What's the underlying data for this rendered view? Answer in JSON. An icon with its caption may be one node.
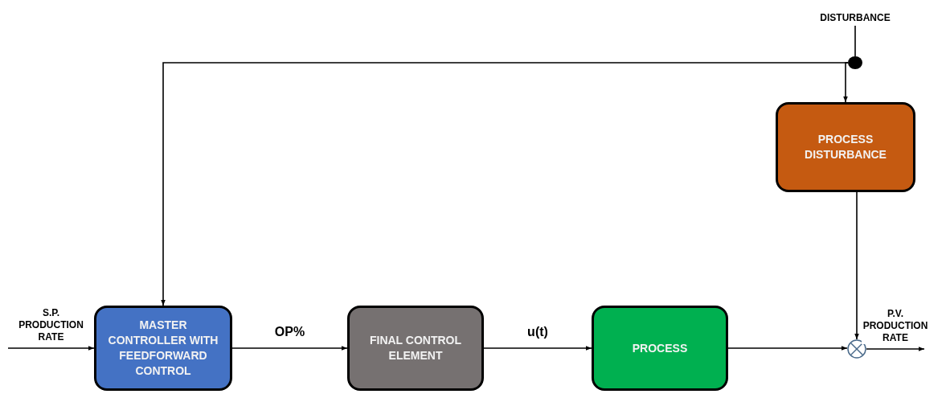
{
  "diagram": {
    "nodes": [
      {
        "text": [
          "MASTER CONTROLLER WITH FEEDFORWARD CONTROL"
        ]
      },
      {
        "text": [
          "FINAL CONTROL ELEMENT"
        ]
      },
      {
        "text": [
          "PROCESS"
        ]
      },
      {
        "text": [
          "PROCESS DISTURBANCE"
        ]
      },
      {
        "text": [
          "DISTURBANCE"
        ]
      },
      {
        "text": [],
        "shape": "circle"
      },
      {
        "text": [],
        "shape": "circle"
      }
    ],
    "edges": [
      {
        "from": null,
        "to": 0,
        "arrow": "to",
        "label": "S.P. PRODUCTION RATE"
      },
      {
        "from": 0,
        "to": 1,
        "arrow": "to",
        "label": "OP%"
      },
      {
        "from": 1,
        "to": 2,
        "arrow": "to",
        "label": "u(t)"
      },
      {
        "from": 2,
        "to": 6,
        "arrow": "to"
      },
      {
        "from": 6,
        "to": null,
        "arrow": "to",
        "label": "P.V. PRODUCTION RATE"
      },
      {
        "from": 4,
        "to": 5,
        "arrow": "none"
      },
      {
        "from": 5,
        "to": 3,
        "arrow": "to"
      },
      {
        "from": 5,
        "to": 0,
        "arrow": "to"
      },
      {
        "from": 3,
        "to": 6,
        "arrow": "to"
      }
    ]
  }
}
